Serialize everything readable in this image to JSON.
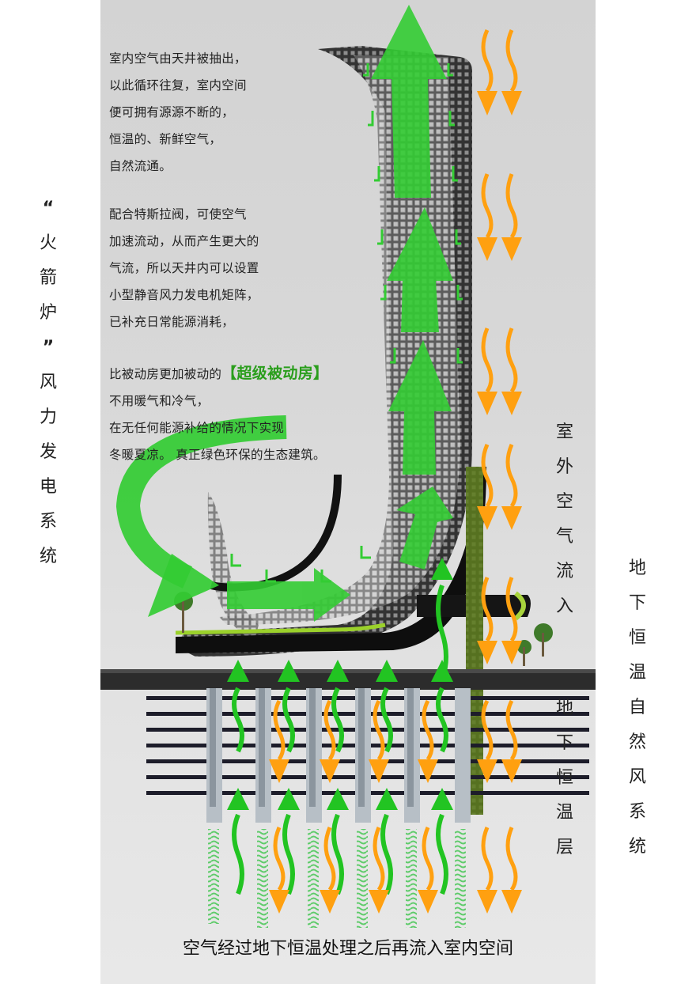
{
  "left_vertical_title": {
    "chars": [
      "“",
      "火",
      "箭",
      "炉",
      "”",
      "风",
      "力",
      "发",
      "电",
      "系",
      "统"
    ]
  },
  "text_blocks": {
    "block1": [
      "室内空气由天井被抽出，",
      "以此循环往复，室内空间",
      "便可拥有源源不断的，",
      "恒温的、新鲜空气，",
      "自然流通。"
    ],
    "block2": [
      "配合特斯拉阀，可使空气",
      "加速流动，从而产生更大的",
      "气流，所以天井内可以设置",
      "小型静音风力发电机矩阵，",
      "已补充日常能源消耗，"
    ],
    "block3_lead": "比被动房更加被动的",
    "block3_highlight": "【超级被动房】",
    "block3": [
      "不用暖气和冷气，",
      "在无任何能源补给的情况下实现",
      "冬暖夏凉。  真正绿色环保的生态建筑。"
    ]
  },
  "labels": {
    "outdoor_air_inflow": [
      "室",
      "外",
      "空",
      "气",
      "流",
      "入"
    ],
    "underground_constant_temp_layer": [
      "地",
      "下",
      "恒",
      "温",
      "层"
    ],
    "right_vertical_title": [
      "地",
      "下",
      "恒",
      "温",
      "自",
      "然",
      "风",
      "系",
      "统"
    ]
  },
  "caption": "空气经过地下恒温处理之后再流入室内空间",
  "colors": {
    "green_arrow": "#33cc33",
    "orange_arrow": "#ffa010",
    "highlight_text": "#2a9e1c",
    "building_dark": "#1a1a1a",
    "panel_bg": "#dcdcdc"
  },
  "legend_semantics": {
    "green_arrows": "indoor air flow rising through atrium",
    "orange_arrows": "outdoor air flowing down into underground layer"
  }
}
